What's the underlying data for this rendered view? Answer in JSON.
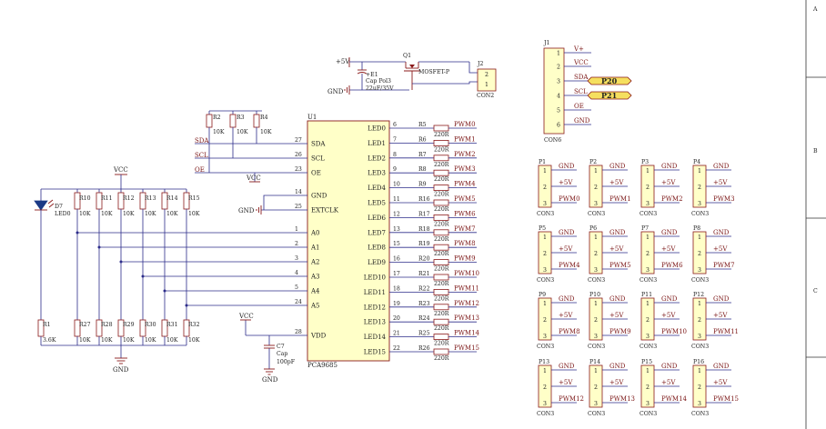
{
  "frame": {
    "zones": [
      "A",
      "B",
      "C"
    ]
  },
  "ic": {
    "designator": "U1",
    "part": "PCA9685",
    "left_pins": [
      {
        "num": "27",
        "name": "SDA",
        "net": "SDA"
      },
      {
        "num": "26",
        "name": "SCL",
        "net": "SCL"
      },
      {
        "num": "23",
        "name": "OE",
        "net": "OE"
      },
      {
        "num": "14",
        "name": "GND",
        "net": ""
      },
      {
        "num": "25",
        "name": "EXTCLK",
        "net": ""
      },
      {
        "num": "1",
        "name": "A0",
        "net": ""
      },
      {
        "num": "2",
        "name": "A1",
        "net": ""
      },
      {
        "num": "3",
        "name": "A2",
        "net": ""
      },
      {
        "num": "4",
        "name": "A3",
        "net": ""
      },
      {
        "num": "5",
        "name": "A4",
        "net": ""
      },
      {
        "num": "24",
        "name": "A5",
        "net": ""
      },
      {
        "num": "28",
        "name": "VDD",
        "net": ""
      }
    ],
    "right_pins": [
      {
        "num": "6",
        "name": "LED0",
        "res": "R5",
        "val": "220R",
        "net": "PWM0"
      },
      {
        "num": "7",
        "name": "LED1",
        "res": "R6",
        "val": "220R",
        "net": "PWM1"
      },
      {
        "num": "8",
        "name": "LED2",
        "res": "R7",
        "val": "220R",
        "net": "PWM2"
      },
      {
        "num": "9",
        "name": "LED3",
        "res": "R8",
        "val": "220R",
        "net": "PWM3"
      },
      {
        "num": "10",
        "name": "LED4",
        "res": "R9",
        "val": "220R",
        "net": "PWM4"
      },
      {
        "num": "11",
        "name": "LED5",
        "res": "R16",
        "val": "220R",
        "net": "PWM5"
      },
      {
        "num": "12",
        "name": "LED6",
        "res": "R17",
        "val": "220R",
        "net": "PWM6"
      },
      {
        "num": "13",
        "name": "LED7",
        "res": "R18",
        "val": "220R",
        "net": "PWM7"
      },
      {
        "num": "15",
        "name": "LED8",
        "res": "R19",
        "val": "220R",
        "net": "PWM8"
      },
      {
        "num": "16",
        "name": "LED9",
        "res": "R20",
        "val": "220R",
        "net": "PWM9"
      },
      {
        "num": "17",
        "name": "LED10",
        "res": "R21",
        "val": "220R",
        "net": "PWM10"
      },
      {
        "num": "18",
        "name": "LED11",
        "res": "R22",
        "val": "220R",
        "net": "PWM11"
      },
      {
        "num": "19",
        "name": "LED12",
        "res": "R23",
        "val": "220R",
        "net": "PWM12"
      },
      {
        "num": "20",
        "name": "LED13",
        "res": "R24",
        "val": "220R",
        "net": "PWM13"
      },
      {
        "num": "21",
        "name": "LED14",
        "res": "R25",
        "val": "220R",
        "net": "PWM14"
      },
      {
        "num": "22",
        "name": "LED15",
        "res": "R26",
        "val": "220R",
        "net": "PWM15"
      }
    ]
  },
  "pullups": [
    {
      "ref": "R2",
      "val": "10K"
    },
    {
      "ref": "R3",
      "val": "10K"
    },
    {
      "ref": "R4",
      "val": "10K"
    }
  ],
  "vcc_gnd": {
    "vcc": "VCC",
    "gnd": "GND",
    "plus5": "+5V"
  },
  "led": {
    "ref": "D7",
    "name": "LED0",
    "res_ref": "R1",
    "res_val": "3.6K"
  },
  "addr_pullups": [
    {
      "ref": "R10",
      "val": "10K"
    },
    {
      "ref": "R11",
      "val": "10K"
    },
    {
      "ref": "R12",
      "val": "10K"
    },
    {
      "ref": "R13",
      "val": "10K"
    },
    {
      "ref": "R14",
      "val": "10K"
    },
    {
      "ref": "R15",
      "val": "10K"
    }
  ],
  "addr_pulldowns": [
    {
      "ref": "R27",
      "val": "10K"
    },
    {
      "ref": "R28",
      "val": "10K"
    },
    {
      "ref": "R29",
      "val": "10K"
    },
    {
      "ref": "R30",
      "val": "10K"
    },
    {
      "ref": "R31",
      "val": "10K"
    },
    {
      "ref": "R32",
      "val": "10K"
    }
  ],
  "cap7": {
    "ref": "C7",
    "type": "Cap",
    "val": "100pF"
  },
  "cap_e1": {
    "ref": "+E1",
    "type": "Cap Pol3",
    "val": "22uF/35V"
  },
  "mosfet": {
    "ref": "Q1",
    "type": "MOSFET-P"
  },
  "j2": {
    "ref": "J2",
    "type": "CON2",
    "pins": [
      "2",
      "1"
    ]
  },
  "j1": {
    "ref": "J1",
    "type": "CON6",
    "pins": [
      {
        "num": "1",
        "net": "V+"
      },
      {
        "num": "2",
        "net": "VCC"
      },
      {
        "num": "3",
        "net": "SDA"
      },
      {
        "num": "4",
        "net": "SCL"
      },
      {
        "num": "5",
        "net": "OE"
      },
      {
        "num": "6",
        "net": "GND"
      }
    ],
    "tags": [
      "P20",
      "P21"
    ]
  },
  "headers": [
    {
      "ref": "P1",
      "type": "CON3",
      "nets": [
        "GND",
        "+5V",
        "PWM0"
      ]
    },
    {
      "ref": "P2",
      "type": "CON3",
      "nets": [
        "GND",
        "+5V",
        "PWM1"
      ]
    },
    {
      "ref": "P3",
      "type": "CON3",
      "nets": [
        "GND",
        "+5V",
        "PWM2"
      ]
    },
    {
      "ref": "P4",
      "type": "CON3",
      "nets": [
        "GND",
        "+5V",
        "PWM3"
      ]
    },
    {
      "ref": "P5",
      "type": "CON3",
      "nets": [
        "GND",
        "+5V",
        "PWM4"
      ]
    },
    {
      "ref": "P6",
      "type": "CON3",
      "nets": [
        "GND",
        "+5V",
        "PWM5"
      ]
    },
    {
      "ref": "P7",
      "type": "CON3",
      "nets": [
        "GND",
        "+5V",
        "PWM6"
      ]
    },
    {
      "ref": "P8",
      "type": "CON3",
      "nets": [
        "GND",
        "+5V",
        "PWM7"
      ]
    },
    {
      "ref": "P9",
      "type": "CON3",
      "nets": [
        "GND",
        "+5V",
        "PWM8"
      ]
    },
    {
      "ref": "P10",
      "type": "CON3",
      "nets": [
        "GND",
        "+5V",
        "PWM9"
      ]
    },
    {
      "ref": "P11",
      "type": "CON3",
      "nets": [
        "GND",
        "+5V",
        "PWM10"
      ]
    },
    {
      "ref": "P12",
      "type": "CON3",
      "nets": [
        "GND",
        "+5V",
        "PWM11"
      ]
    },
    {
      "ref": "P13",
      "type": "CON3",
      "nets": [
        "GND",
        "+5V",
        "PWM12"
      ]
    },
    {
      "ref": "P14",
      "type": "CON3",
      "nets": [
        "GND",
        "+5V",
        "PWM13"
      ]
    },
    {
      "ref": "P15",
      "type": "CON3",
      "nets": [
        "GND",
        "+5V",
        "PWM14"
      ]
    },
    {
      "ref": "P16",
      "type": "CON3",
      "nets": [
        "GND",
        "+5V",
        "PWM15"
      ]
    }
  ],
  "header_pin_nums": [
    "1",
    "2",
    "3"
  ]
}
